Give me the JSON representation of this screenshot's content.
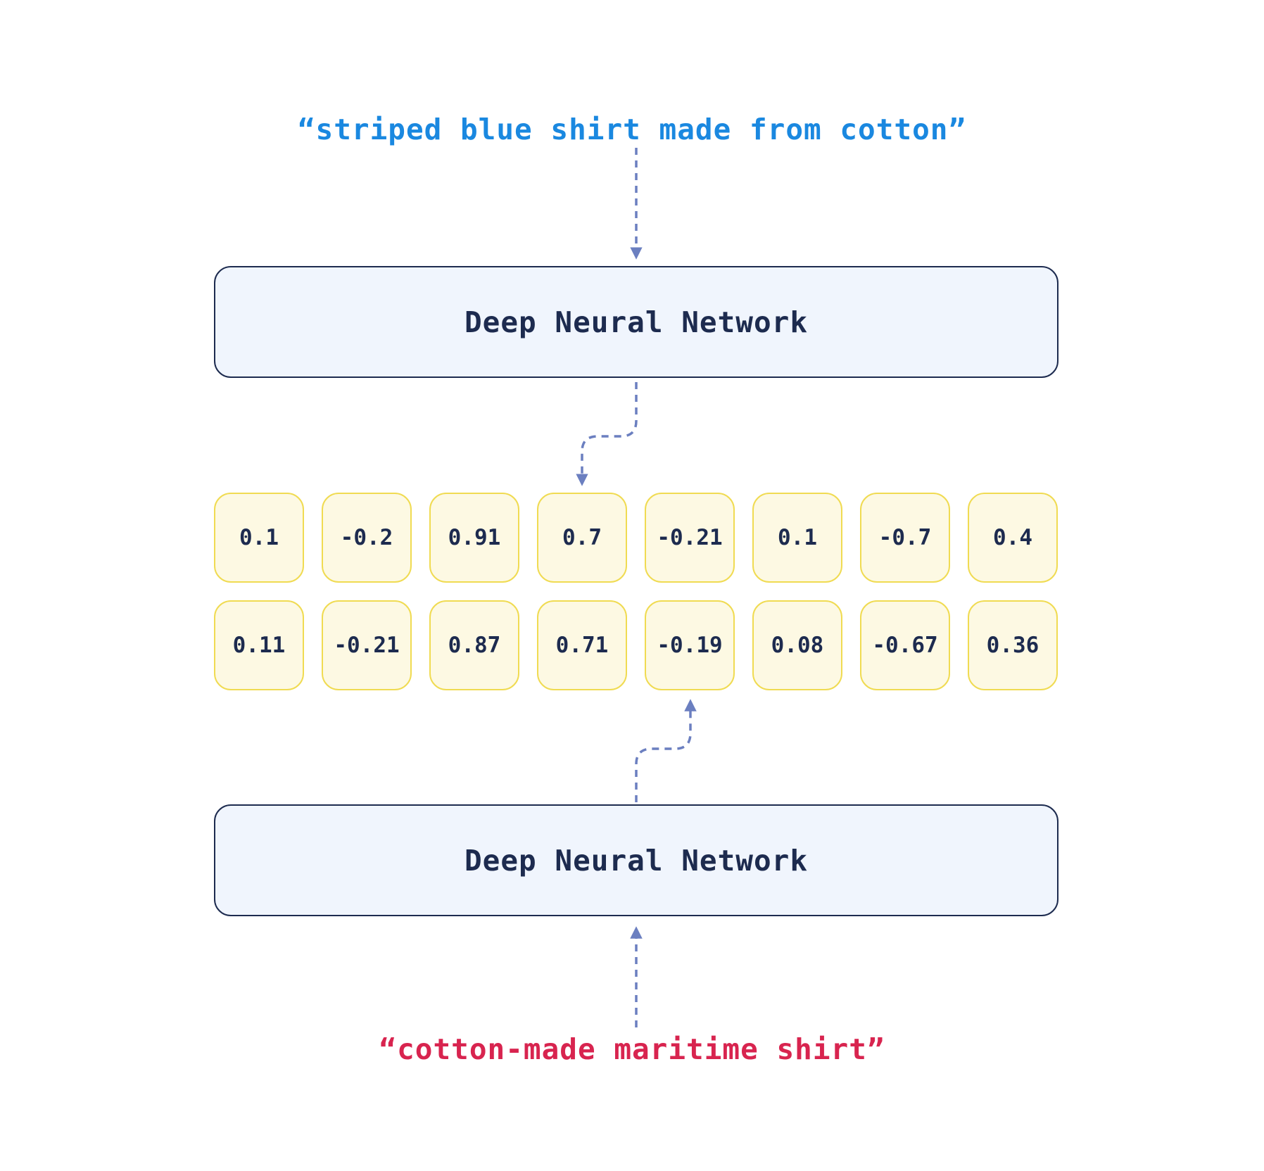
{
  "queries": {
    "top": "“striped blue shirt made from cotton”",
    "bottom": "“cotton-made maritime shirt”"
  },
  "networks": {
    "top_label": "Deep Neural Network",
    "bottom_label": "Deep Neural Network"
  },
  "embeddings": {
    "row1": [
      "0.1",
      "-0.2",
      "0.91",
      "0.7",
      "-0.21",
      "0.1",
      "-0.7",
      "0.4"
    ],
    "row2": [
      "0.11",
      "-0.21",
      "0.87",
      "0.71",
      "-0.19",
      "0.08",
      "-0.67",
      "0.36"
    ]
  },
  "colors": {
    "top_query": "#1a88e0",
    "bottom_query": "#d8244f",
    "network_fill": "#f0f5fd",
    "network_border": "#1d2b4f",
    "cell_fill": "#fdf9e3",
    "cell_border": "#f0db52",
    "arrow": "#6b7fc0"
  }
}
